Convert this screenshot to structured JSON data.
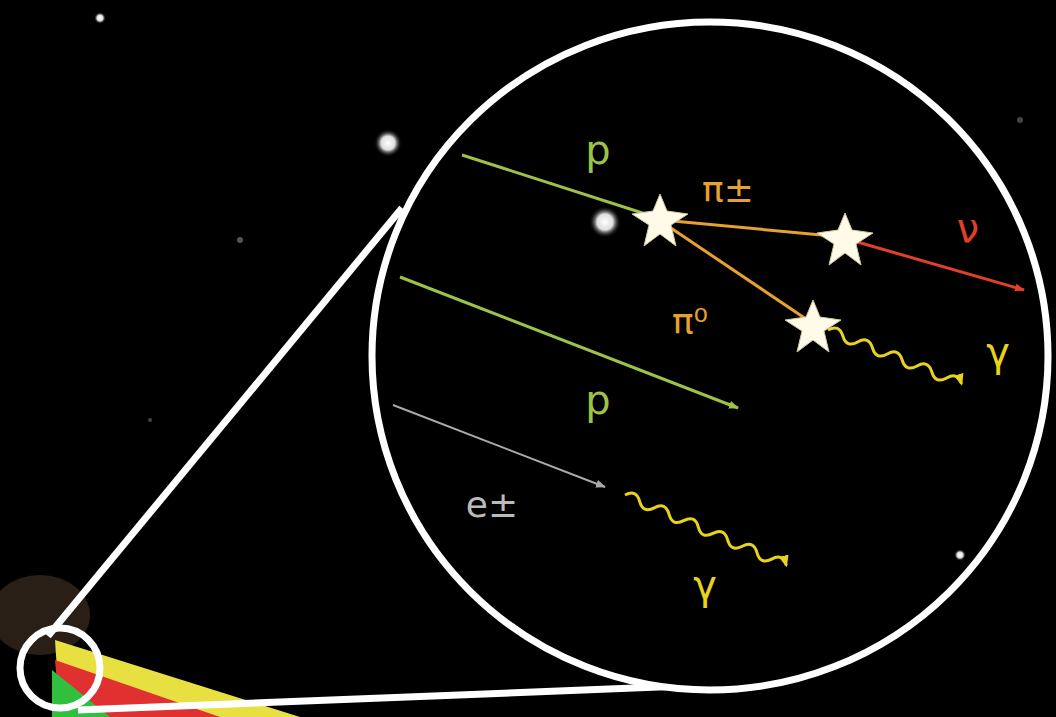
{
  "diagram": {
    "labels": [
      "p",
      "π±",
      "ν",
      "π⁰",
      "γ",
      "p",
      "e±",
      "γ"
    ]
  }
}
